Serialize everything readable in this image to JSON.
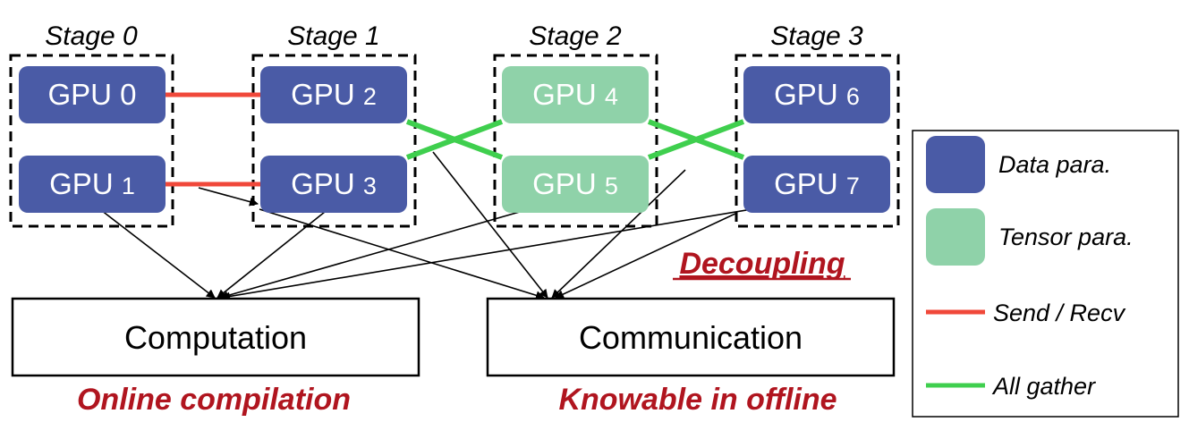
{
  "stages": [
    {
      "label": "Stage 0",
      "gpus": [
        {
          "name": "GPU",
          "num": "0",
          "kind": "data"
        },
        {
          "name": "GPU",
          "num": "1",
          "kind": "data"
        }
      ]
    },
    {
      "label": "Stage 1",
      "gpus": [
        {
          "name": "GPU",
          "num": "2",
          "kind": "data"
        },
        {
          "name": "GPU",
          "num": "3",
          "kind": "data"
        }
      ]
    },
    {
      "label": "Stage 2",
      "gpus": [
        {
          "name": "GPU",
          "num": "4",
          "kind": "tensor"
        },
        {
          "name": "GPU",
          "num": "5",
          "kind": "tensor"
        }
      ]
    },
    {
      "label": "Stage 3",
      "gpus": [
        {
          "name": "GPU",
          "num": "6",
          "kind": "data"
        },
        {
          "name": "GPU",
          "num": "7",
          "kind": "data"
        }
      ]
    }
  ],
  "targets": {
    "computation": "Computation",
    "communication": "Communication"
  },
  "annotations": {
    "decoupling": "Decoupling",
    "online": "Online compilation",
    "offline": "Knowable in offline"
  },
  "legend": [
    {
      "label": "Data para.",
      "icon": "blue-square",
      "color": "#4a5ba6"
    },
    {
      "label": "Tensor para.",
      "icon": "green-square",
      "color": "#8fd2a9"
    },
    {
      "label": "Send / Recv",
      "icon": "red-line",
      "color": "#f0483a"
    },
    {
      "label": "All gather",
      "icon": "green-line",
      "color": "#3fcf4e"
    }
  ],
  "colors": {
    "data_para": "#4a5ba6",
    "tensor_para": "#8fd2a9",
    "send_recv": "#f0483a",
    "all_gather": "#3fcf4e",
    "annotation_red": "#b0151f"
  }
}
